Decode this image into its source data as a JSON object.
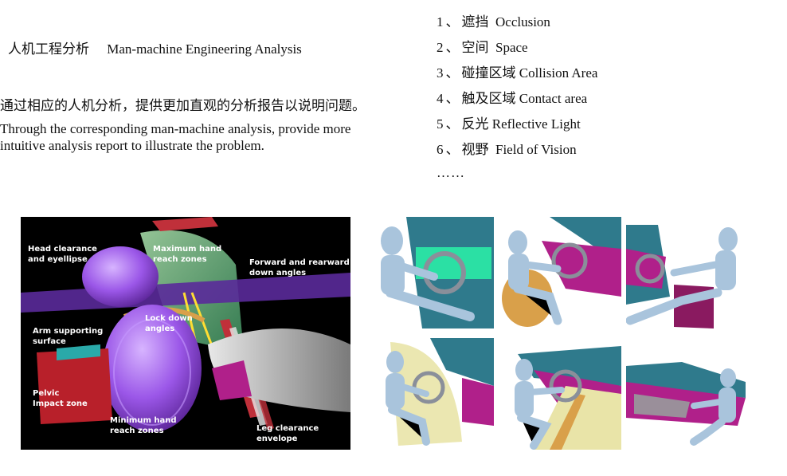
{
  "heading": {
    "cn": "人机工程分析",
    "en": "Man-machine Engineering Analysis"
  },
  "intro": {
    "cn": "通过相应的人机分析，提供更加直观的分析报告以说明问题。",
    "en": "Through the corresponding man-machine analysis, provide more intuitive analysis report to illustrate the problem."
  },
  "items": [
    {
      "num": "1",
      "sep": "、",
      "cn": "遮挡",
      "en": "Occlusion"
    },
    {
      "num": "2",
      "sep": "、",
      "cn": "空间",
      "en": "Space"
    },
    {
      "num": "3",
      "sep": "、",
      "cn": "碰撞区域",
      "en": "Collision Area"
    },
    {
      "num": "4",
      "sep": "、",
      "cn": "触及区域",
      "en": "Contact area"
    },
    {
      "num": "5",
      "sep": "、",
      "cn": "反光",
      "en": "Reflective Light"
    },
    {
      "num": "6",
      "sep": "、",
      "cn": "视野",
      "en": "Field of Vision"
    }
  ],
  "ellipsis": "……",
  "diagram": {
    "labels": {
      "head": "Head clearance\nand eyellipse",
      "max_hand": "Maximum hand\nreach zones",
      "forward": "Forward and rearward\ndown angles",
      "lock": "Lock down\nangles",
      "arm": "Arm supporting\nsurface",
      "pelvic": "Pelvic\nImpact zone",
      "min_hand": "Minimum hand\nreach zones",
      "leg": "Leg clearance\nenvelope"
    }
  },
  "colors": {
    "mannequin": "#a9c4dc",
    "purple": "#9b57e8",
    "magenta": "#b0208a",
    "orange": "#d9a04a",
    "dashboard": "#4a4a62"
  }
}
